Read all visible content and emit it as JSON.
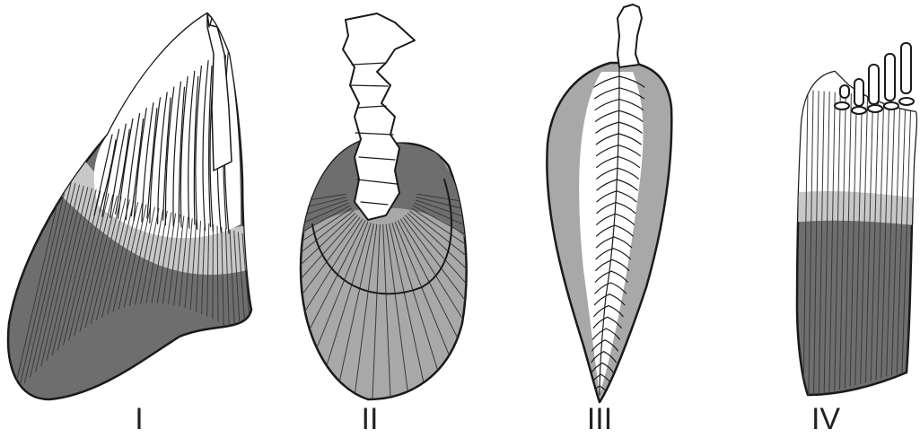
{
  "colors": {
    "outline": "#1a1a1a",
    "dark_fin": "#6e6e6e",
    "mid_fin": "#a8a8a8",
    "light_band": "#c8c8c8",
    "bone": "#ffffff",
    "ray": "#3a3a3a"
  },
  "panels": [
    {
      "id": "fin-1",
      "label": "I"
    },
    {
      "id": "fin-2",
      "label": "II"
    },
    {
      "id": "fin-3",
      "label": "III"
    },
    {
      "id": "fin-4",
      "label": "IV"
    }
  ]
}
